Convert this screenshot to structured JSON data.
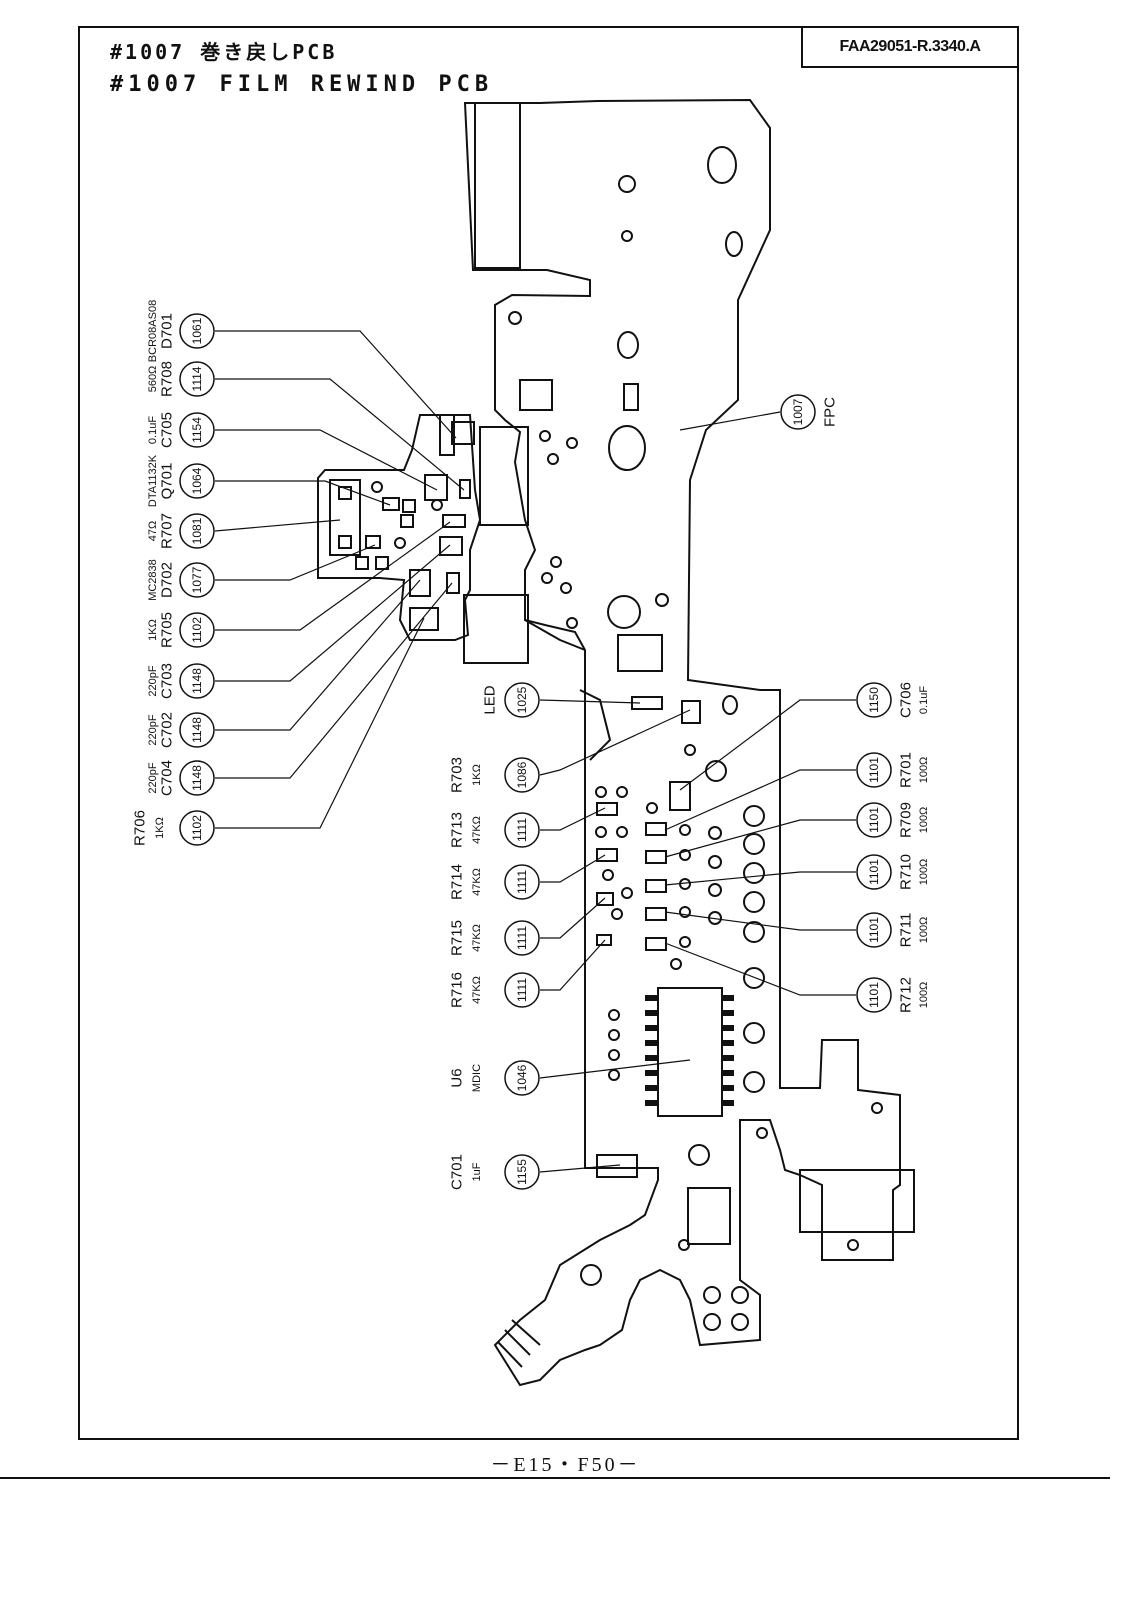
{
  "header": {
    "title_jp": "#1007 巻き戻しPCB",
    "title_en": "#1007 FILM REWIND PCB",
    "doc_number": "FAA29051-R.3340.A"
  },
  "footer": {
    "page": "－E15・F50－"
  },
  "callouts_left": [
    {
      "ref": "D701",
      "value": "BCR08AS08",
      "num": "1061"
    },
    {
      "ref": "R708",
      "value": "560Ω",
      "num": "1114"
    },
    {
      "ref": "C705",
      "value": "0.1uF",
      "num": "1154"
    },
    {
      "ref": "Q701",
      "value": "DTA1132K",
      "num": "1064"
    },
    {
      "ref": "R707",
      "value": "47Ω",
      "num": "1081"
    },
    {
      "ref": "D702",
      "value": "MC2838",
      "num": "1077"
    },
    {
      "ref": "R705",
      "value": "1KΩ",
      "num": "1102"
    },
    {
      "ref": "C703",
      "value": "220pF",
      "num": "1148"
    },
    {
      "ref": "C702",
      "value": "220pF",
      "num": "1148"
    },
    {
      "ref": "C704",
      "value": "220pF",
      "num": "1148"
    },
    {
      "ref": "R706",
      "value": "1KΩ",
      "num": "1102"
    }
  ],
  "callouts_mid": [
    {
      "ref": "LED",
      "value": "",
      "num": "1025"
    },
    {
      "ref": "R703",
      "value": "1KΩ",
      "num": "1086"
    },
    {
      "ref": "R713",
      "value": "47KΩ",
      "num": "1111"
    },
    {
      "ref": "R714",
      "value": "47KΩ",
      "num": "1111"
    },
    {
      "ref": "R715",
      "value": "47KΩ",
      "num": "1111"
    },
    {
      "ref": "R716",
      "value": "47KΩ",
      "num": "1111"
    },
    {
      "ref": "U6",
      "value": "MDIC",
      "num": "1046"
    },
    {
      "ref": "C701",
      "value": "1uF",
      "num": "1155"
    }
  ],
  "callouts_right": [
    {
      "ref": "C706",
      "value": "0.1uF",
      "num": "1150"
    },
    {
      "ref": "R701",
      "value": "100Ω",
      "num": "1101"
    },
    {
      "ref": "R709",
      "value": "100Ω",
      "num": "1101"
    },
    {
      "ref": "R710",
      "value": "100Ω",
      "num": "1101"
    },
    {
      "ref": "R711",
      "value": "100Ω",
      "num": "1101"
    },
    {
      "ref": "R712",
      "value": "100Ω",
      "num": "1101"
    }
  ],
  "fpc": {
    "ref": "FPC",
    "num": "1007"
  }
}
